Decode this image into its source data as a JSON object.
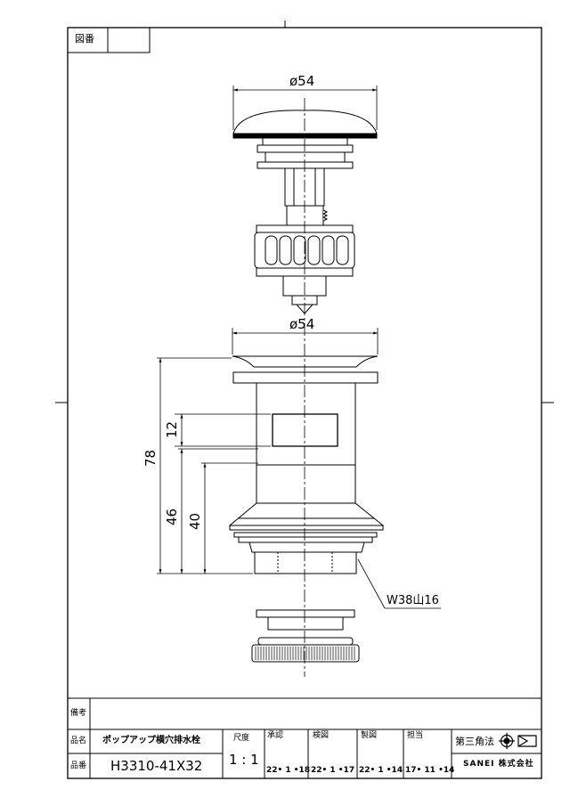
{
  "drawing_no_label": "図番",
  "drawing_no_value": "",
  "dims": {
    "cap_diameter": "ø54",
    "body_diameter": "ø54",
    "overall_height": "78",
    "slot_height": "12",
    "height_46": "46",
    "height_40": "40",
    "thread": "W38山16"
  },
  "title_block": {
    "remarks_label": "備考",
    "remarks_value": "",
    "name_label": "品名",
    "name_value": "ポップアップ横穴排水栓",
    "part_label": "品番",
    "part_value": "H3310-41X32",
    "scale_label": "尺度",
    "scale_value": "1 : 1",
    "approved_label": "承認",
    "approved_date": "22• 1 •18",
    "checked_label": "検図",
    "checked_date": "22• 1 •17",
    "drawn_label": "製図",
    "drawn_date": "22• 1 •14",
    "charge_label": "担当",
    "charge_date": "17• 11 •14",
    "projection_label": "第三角法",
    "company": "SANEI 株式会社"
  }
}
